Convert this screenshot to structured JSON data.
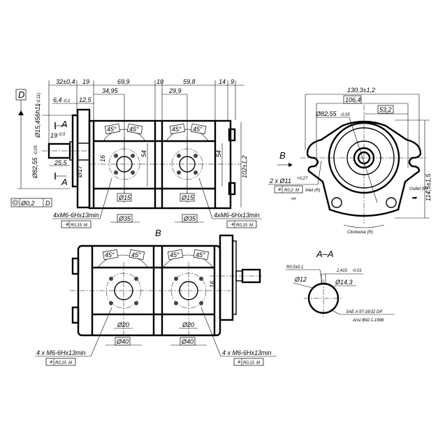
{
  "front_view": {
    "dims_top": [
      "32±0,4",
      "19",
      "69,9",
      "10",
      "59,8",
      "14",
      "9"
    ],
    "dims_second": [
      "34,95",
      "29,9"
    ],
    "dims_third": [
      "6,4",
      "-0,1",
      "12,5"
    ],
    "datum": "D",
    "shaft_dia": "Ø15,456h11",
    "shaft_dia_tol": "(-0,11)",
    "pilot_dia": "Ø82,55",
    "pilot_tol": "-0,05",
    "dim_19": "19",
    "dim_19_tol": "-0,5",
    "dim_25_5": "25,5",
    "dim_17": "Ø17",
    "section_mark": "A",
    "concentricity": "Ø0,2",
    "concentricity_datum": "D",
    "angle": "45°",
    "dim_16": "16",
    "dim_54": "54",
    "port_dia": "Ø15",
    "port_pcd": "Ø35",
    "height": "102±1,2",
    "thread_callout": "4xM6-6Hx13min",
    "position_tol": "R0,15",
    "mmc": "M"
  },
  "side_view": {
    "width": "130,3±1,2",
    "bolt_spacing": "106,4",
    "half_spacing": "53,2",
    "pilot_dia": "Ø82,55",
    "pilot_tol": "-0,05",
    "view_mark": "B",
    "holes": "2 x Ø11",
    "holes_tol": "+0,27",
    "position_tol": "R0,2",
    "mmc": "M",
    "inlet": "Inlet (R)",
    "outlet": "Outlet (R)",
    "rotation": "Clockwise (R)",
    "height": "114,5±1,5"
  },
  "bottom_view": {
    "title": "B",
    "angle": "45°",
    "dim_16": "16",
    "port_dia": "Ø20",
    "port_pcd": "Ø40",
    "thread_callout": "4 x M6-6Hx13min",
    "position_tol": "R0,15",
    "mmc": "M"
  },
  "section": {
    "title": "A–A",
    "radius": "R0,5±0,1",
    "width": "2,415",
    "width_tol": "-0,01",
    "minor_dia": "Ø12",
    "major_dia": "Ø14,3",
    "spline": "SAE A 9T-16/32 DP",
    "standard": "Ansi B92.1-1996"
  }
}
